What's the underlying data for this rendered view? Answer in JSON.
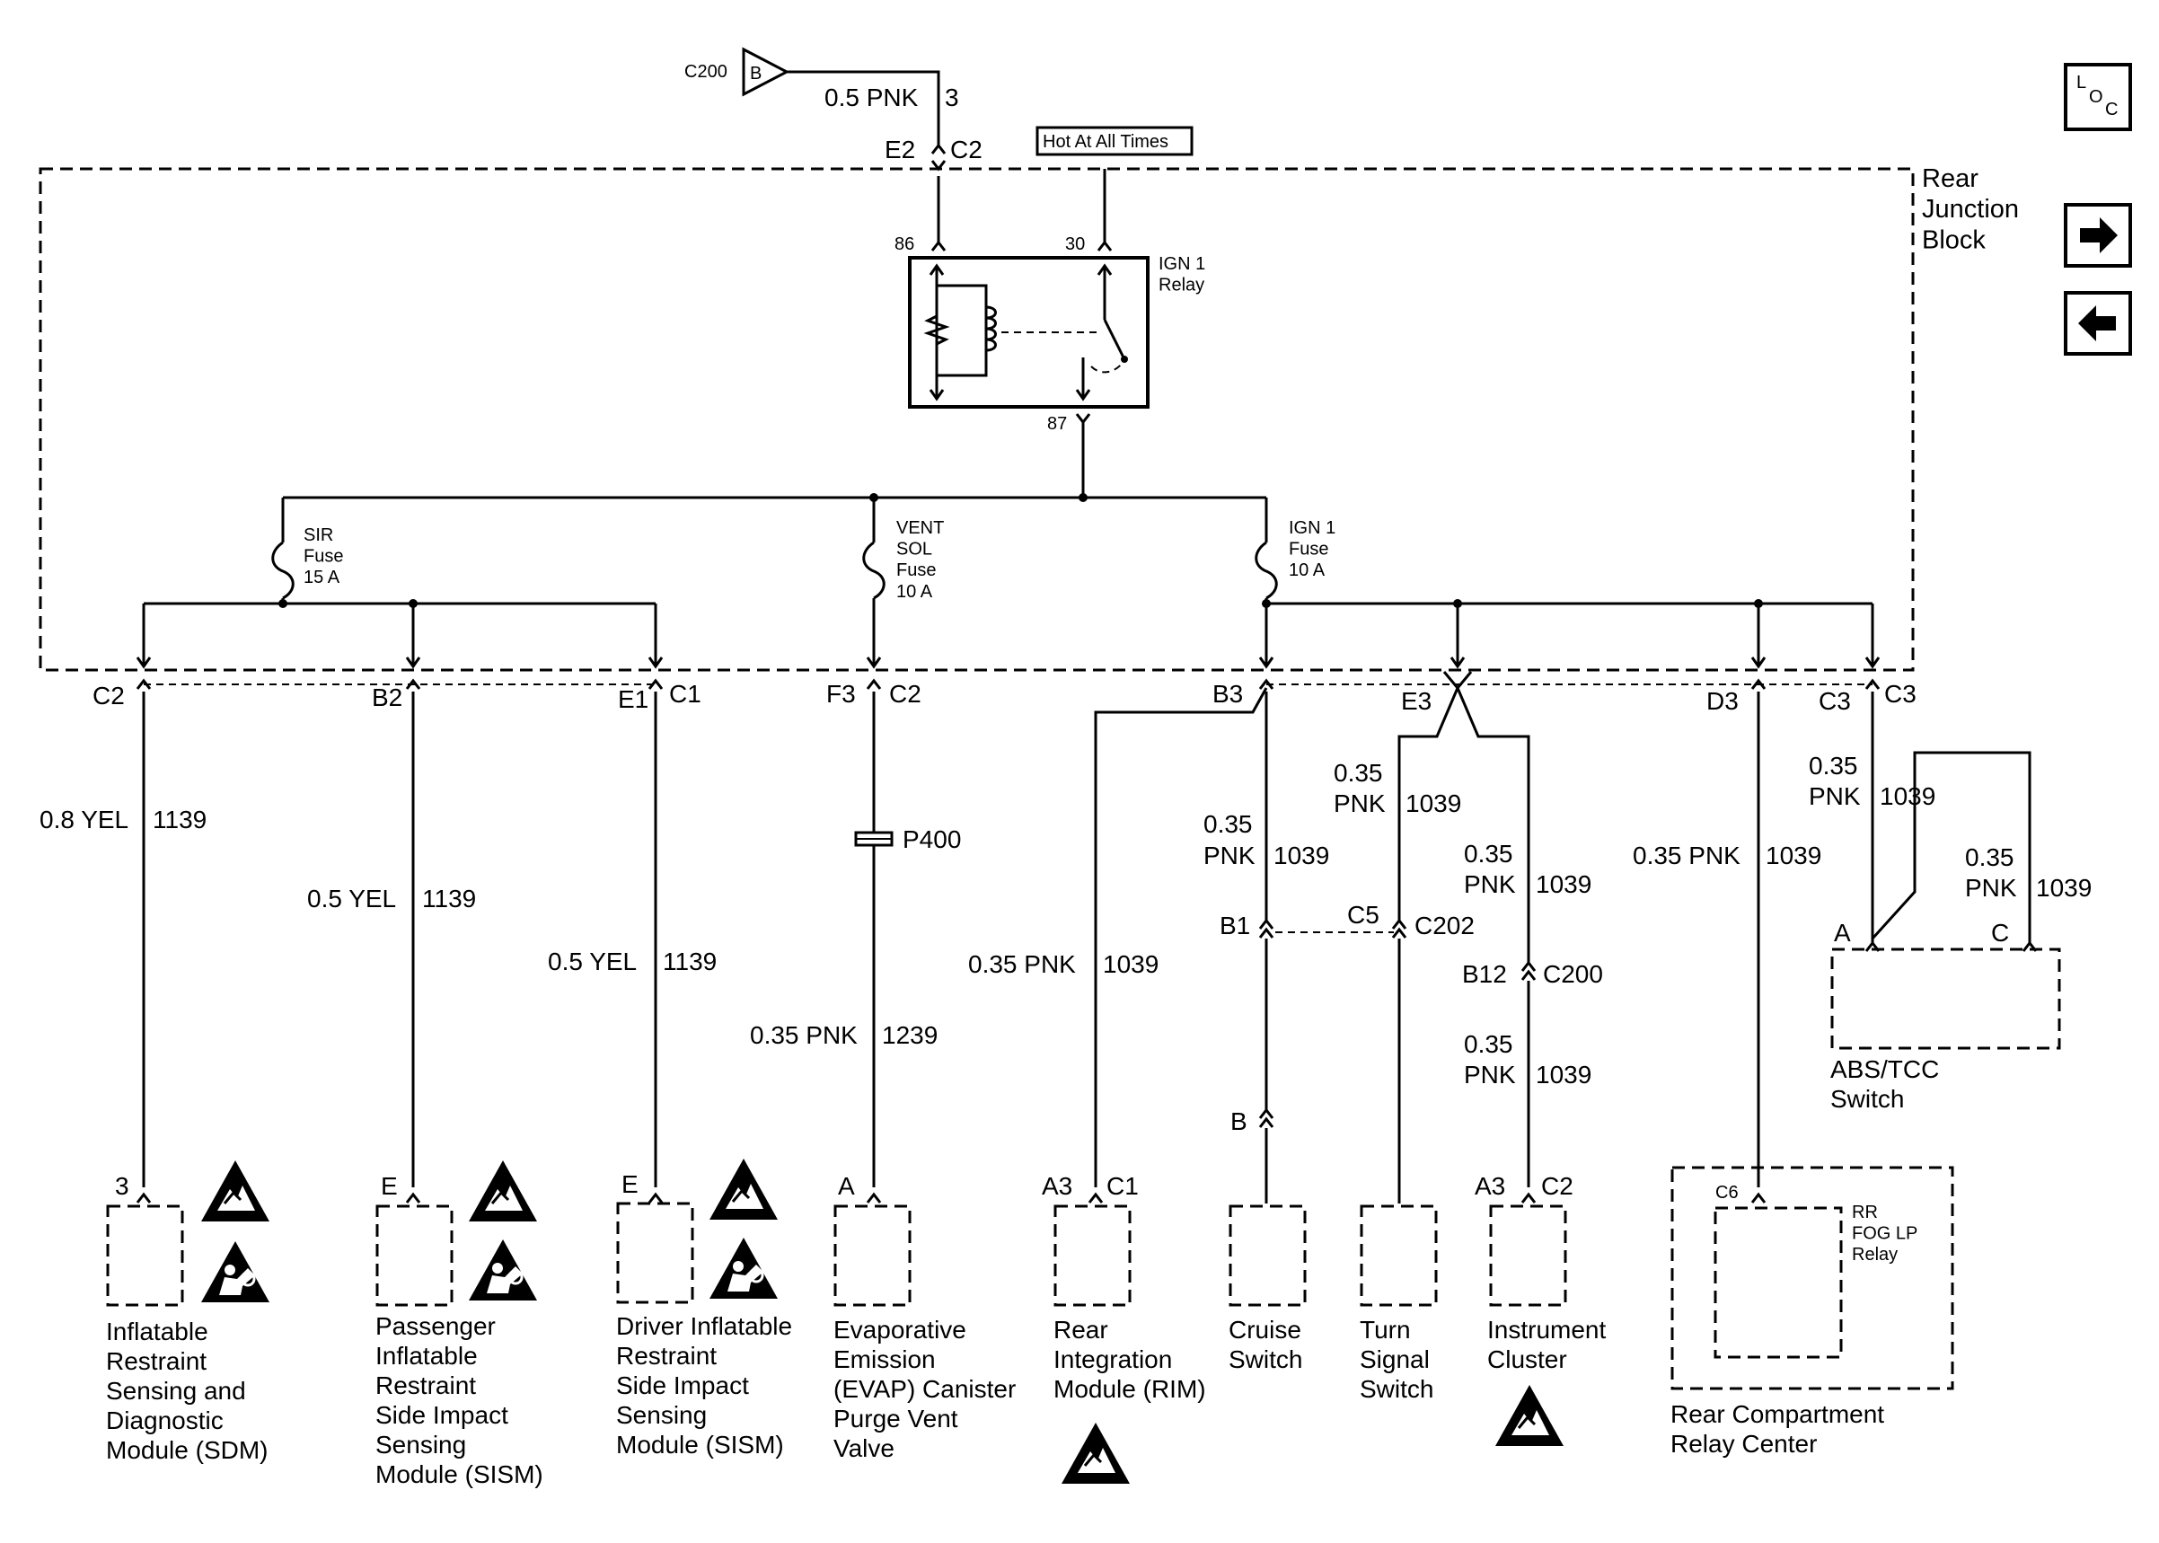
{
  "block": {
    "name": "Rear\nJunction\nBlock",
    "hot_label": "Hot At All Times"
  },
  "source": {
    "connector": "C200",
    "terminal": "B",
    "wire": "0.5 PNK",
    "circuit": "3"
  },
  "block_input": {
    "left_pin": "E2",
    "right_pin": "C2"
  },
  "relay": {
    "label": "IGN 1\nRelay",
    "pin_coil": "86",
    "pin_feed": "30",
    "pin_out": "87"
  },
  "fuses": [
    {
      "id": "sir",
      "label": "SIR\nFuse\n15 A"
    },
    {
      "id": "vent",
      "label": "VENT\nSOL\nFuse\n10 A"
    },
    {
      "id": "ign",
      "label": "IGN 1\nFuse\n10 A"
    }
  ],
  "block_pins": {
    "c2": "C2",
    "b2": "B2",
    "e1": "E1",
    "c1": "C1",
    "f3": "F3",
    "f3c": "C2",
    "b3": "B3",
    "e3": "E3",
    "d3": "D3",
    "c3a": "C3",
    "c3b": "C3"
  },
  "wires": {
    "w1": "0.8 YEL",
    "c1": "1139",
    "w2": "0.5 YEL",
    "c2": "1139",
    "w3": "0.5 YEL",
    "c3": "1139",
    "w4": "0.35 PNK",
    "c4": "1239",
    "w5": "0.35 PNK",
    "c5": "1039",
    "w6a": "0.35",
    "w6b": "PNK",
    "c6": "1039",
    "w7a": "0.35",
    "w7b": "PNK",
    "c7": "1039",
    "w8a": "0.35",
    "w8b": "PNK",
    "c8": "1039",
    "w9a": "0.35",
    "w9b": "PNK",
    "c9": "1039",
    "w10": "0.35 PNK",
    "c10": "1039",
    "w11a": "0.35",
    "w11b": "PNK",
    "c11": "1039",
    "w12a": "0.35",
    "w12b": "PNK",
    "c12": "1039"
  },
  "splice": "P400",
  "inline": {
    "b1": "B1",
    "c5": "C5",
    "c202": "C202",
    "b12": "B12",
    "c200": "C200",
    "b": "B"
  },
  "components": [
    {
      "id": "sdm",
      "pin": "3",
      "label": "Inflatable\nRestraint\nSensing and\nDiagnostic\nModule (SDM)"
    },
    {
      "id": "psism",
      "pin": "E",
      "label": "Passenger\nInflatable\nRestraint\nSide Impact\nSensing\nModule (SISM)"
    },
    {
      "id": "dsism",
      "pin": "E",
      "label": "Driver Inflatable\nRestraint\nSide Impact\nSensing\nModule (SISM)"
    },
    {
      "id": "evap",
      "pin": "A",
      "label": "Evaporative\nEmission\n(EVAP) Canister\nPurge Vent\nValve"
    },
    {
      "id": "rim",
      "pin": "A3",
      "conn": "C1",
      "label": "Rear\nIntegration\nModule (RIM)"
    },
    {
      "id": "cruise",
      "label": "Cruise\nSwitch"
    },
    {
      "id": "turn",
      "label": "Turn\nSignal\nSwitch"
    },
    {
      "id": "ic",
      "pin": "A3",
      "conn": "C2",
      "label": "Instrument\nCluster"
    },
    {
      "id": "abs",
      "pin_a": "A",
      "pin_c": "C",
      "label": "ABS/TCC\nSwitch"
    },
    {
      "id": "rcrc",
      "label": "Rear Compartment\nRelay Center",
      "relay_label": "RR\nFOG LP\nRelay",
      "conn": "C6"
    }
  ],
  "nav": {
    "loc_icon": "location-icon",
    "next_icon": "arrow-right-icon",
    "prev_icon": "arrow-left-icon",
    "loc_l": "L",
    "loc_o": "O",
    "loc_c": "C"
  }
}
